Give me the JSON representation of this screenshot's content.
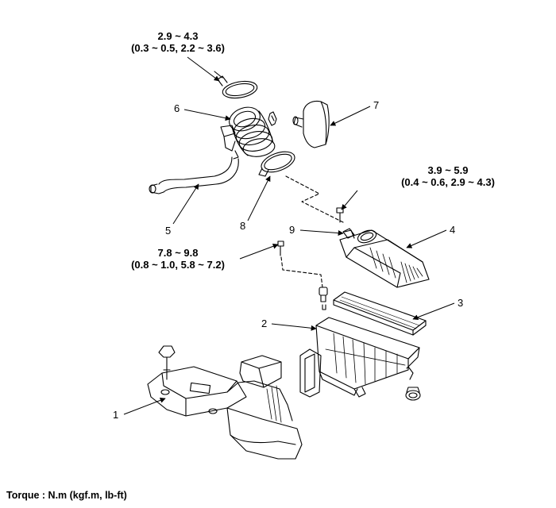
{
  "torque_specs": {
    "clamp_upper": {
      "value": "2.9 ~ 4.3",
      "alt": "(0.3 ~ 0.5, 2.2 ~ 3.6)"
    },
    "bolt_right": {
      "value": "3.9 ~ 5.9",
      "alt": "(0.4 ~ 0.6, 2.9 ~ 4.3)"
    },
    "bolt_left": {
      "value": "7.8 ~ 9.8",
      "alt": "(0.8 ~ 1.0, 5.8 ~ 7.2)"
    }
  },
  "callouts": {
    "c1": "1",
    "c2": "2",
    "c3": "3",
    "c4": "4",
    "c5": "5",
    "c6": "6",
    "c7": "7",
    "c8": "8",
    "c9": "9"
  },
  "footer": {
    "torque_units": "Torque : N.m (kgf.m, lb-ft)"
  }
}
